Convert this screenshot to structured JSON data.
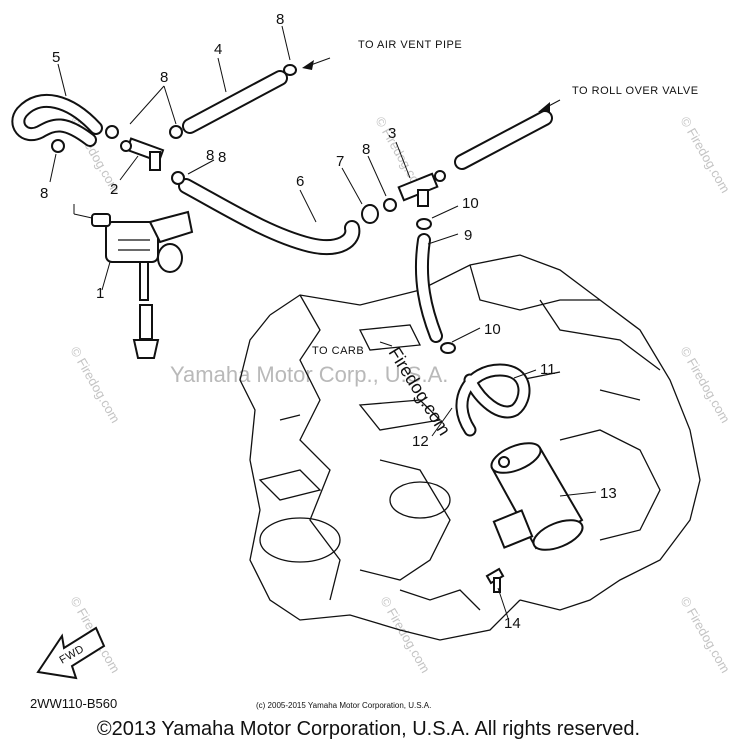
{
  "diagram": {
    "callouts": [
      "1",
      "2",
      "3",
      "4",
      "5",
      "6",
      "7",
      "8",
      "8",
      "8",
      "8",
      "8",
      "8",
      "9",
      "10",
      "10",
      "11",
      "12",
      "13",
      "14"
    ],
    "notes": {
      "air_vent": "TO AIR VENT PIPE",
      "roll_over": "TO ROLL OVER VALVE",
      "carb": "TO CARB"
    },
    "fwd_label": "FWD",
    "part_code": "2WW110-B560",
    "small_copyright": "(c) 2005-2015 Yamaha Motor Corporation, U.S.A."
  },
  "watermarks": {
    "center": "Yamaha Motor Corp., U.S.A.",
    "firedog": "Firedog.com",
    "firedog_small": "© Firedog.com"
  },
  "footer": {
    "copyright": "©2013 Yamaha Motor Corporation, U.S.A. All rights reserved."
  }
}
